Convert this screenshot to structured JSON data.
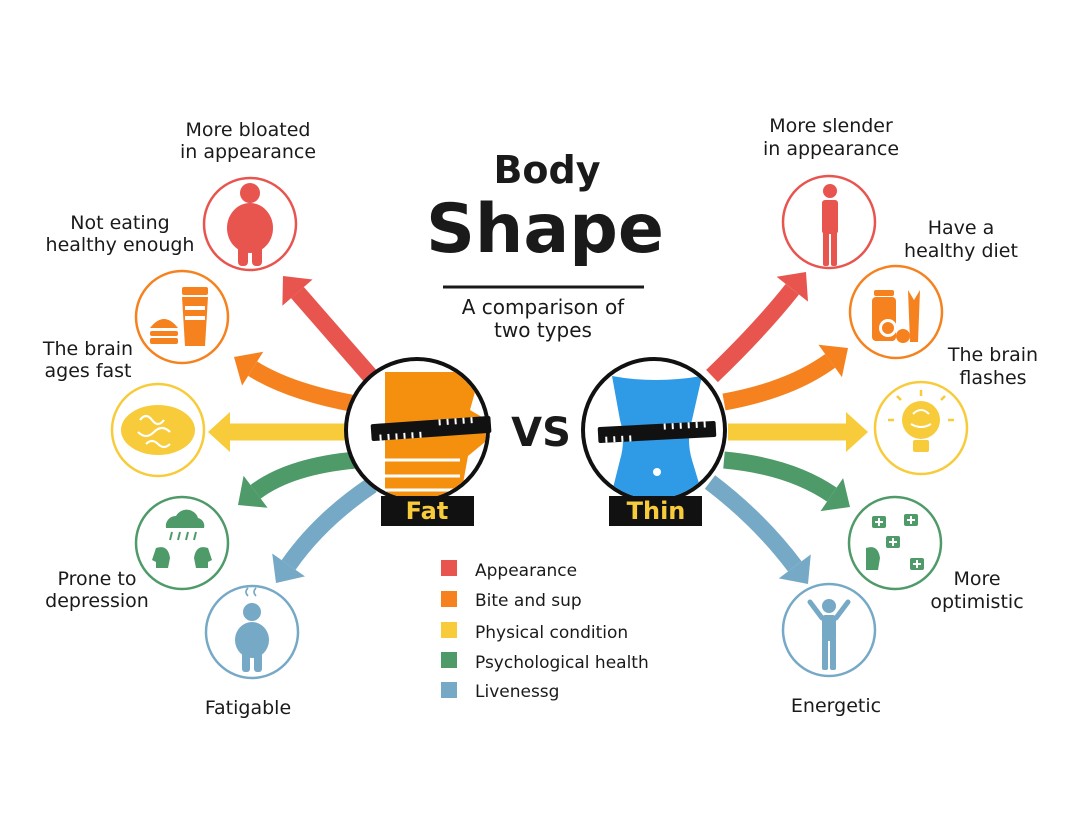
{
  "title": {
    "line1": "Body",
    "line2": "Shape"
  },
  "subtitle": {
    "line1": "A comparison of",
    "line2": "two types"
  },
  "vs_label": "VS",
  "colors": {
    "appearance": "#E8544E",
    "bite": "#F5821F",
    "physical": "#F7CB3A",
    "psych": "#4E9A68",
    "liveness": "#76A9C6",
    "fat_body": "#F5900F",
    "thin_body": "#2F9BE6"
  },
  "fat": {
    "name": "Fat",
    "items": [
      {
        "category": "appearance",
        "icon": "obese-person-icon",
        "line1": "More bloated",
        "line2": "in appearance"
      },
      {
        "category": "bite",
        "icon": "fast-food-icon",
        "line1": "Not eating",
        "line2": "healthy enough"
      },
      {
        "category": "physical",
        "icon": "brain-icon",
        "line1": "The brain",
        "line2": "ages fast"
      },
      {
        "category": "psych",
        "icon": "rain-cloud-sad-faces-icon",
        "line1": "Prone to",
        "line2": "depression"
      },
      {
        "category": "liveness",
        "icon": "tired-person-icon",
        "line1": "Fatigable",
        "line2": ""
      }
    ]
  },
  "thin": {
    "name": "Thin",
    "items": [
      {
        "category": "appearance",
        "icon": "slim-person-icon",
        "line1": "More slender",
        "line2": "in appearance"
      },
      {
        "category": "bite",
        "icon": "healthy-food-icon",
        "line1": "Have a",
        "line2": "healthy diet"
      },
      {
        "category": "physical",
        "icon": "lightbulb-brain-icon",
        "line1": "The brain",
        "line2": "flashes"
      },
      {
        "category": "psych",
        "icon": "positive-mind-icon",
        "line1": "More",
        "line2": "optimistic"
      },
      {
        "category": "liveness",
        "icon": "energetic-person-icon",
        "line1": "Energetic",
        "line2": ""
      }
    ]
  },
  "legend": [
    {
      "key": "appearance",
      "label": "Appearance"
    },
    {
      "key": "bite",
      "label": "Bite and sup"
    },
    {
      "key": "physical",
      "label": "Physical condition"
    },
    {
      "key": "psych",
      "label": "Psychological health"
    },
    {
      "key": "liveness",
      "label": "Livenessg"
    }
  ]
}
